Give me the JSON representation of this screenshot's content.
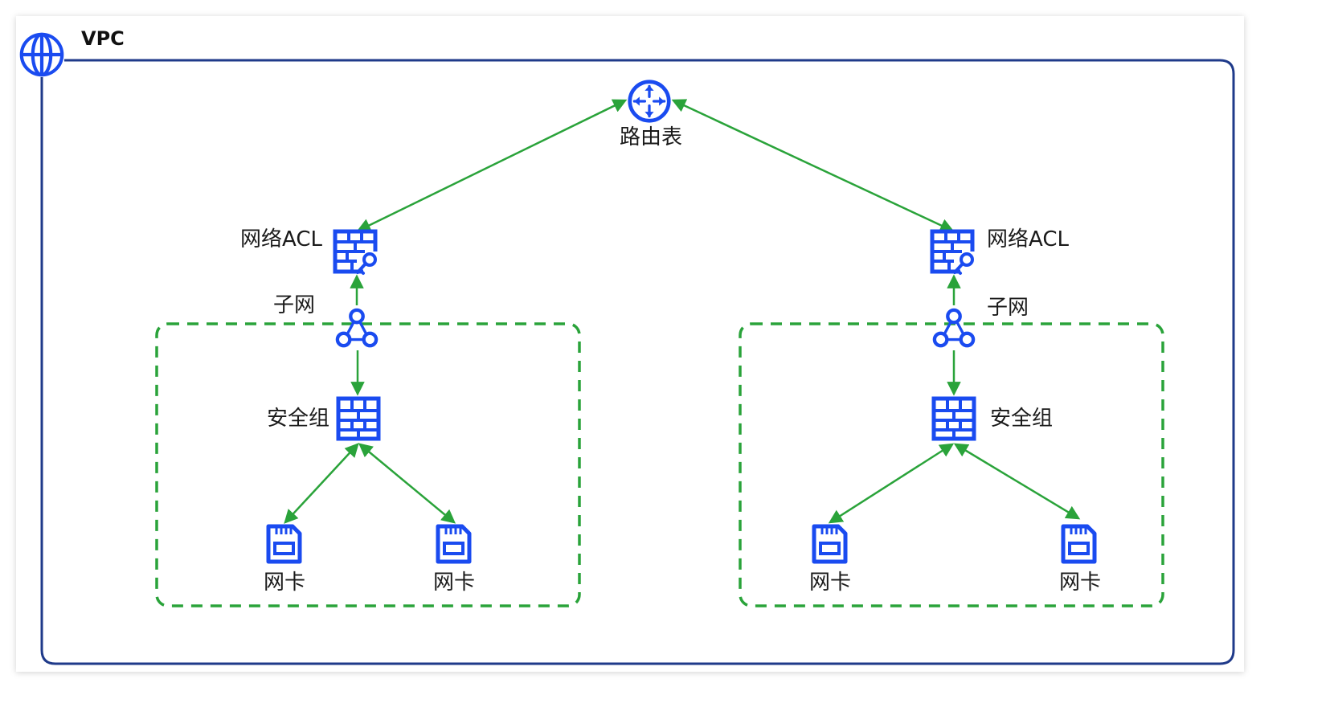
{
  "vpc": {
    "title": "VPC"
  },
  "router": {
    "label": "路由表"
  },
  "subnets": [
    {
      "acl_label": "网络ACL",
      "subnet_label": "子网",
      "sg_label": "安全组",
      "nics": [
        {
          "label": "网卡"
        },
        {
          "label": "网卡"
        }
      ]
    },
    {
      "acl_label": "网络ACL",
      "subnet_label": "子网",
      "sg_label": "安全组",
      "nics": [
        {
          "label": "网卡"
        },
        {
          "label": "网卡"
        }
      ]
    }
  ],
  "colors": {
    "icon_blue": "#1a4bf0",
    "vpc_border": "#1f3a8a",
    "arrow_green": "#2aa33a",
    "subnet_border": "#2aa33a",
    "frame_shadow": "#d8d8d8"
  },
  "icons": {
    "vpc": "globe-icon",
    "router": "router-icon",
    "acl": "firewall-key-icon",
    "subnet": "subnet-nodes-icon",
    "security_group": "firewall-icon",
    "nic": "network-card-icon"
  }
}
